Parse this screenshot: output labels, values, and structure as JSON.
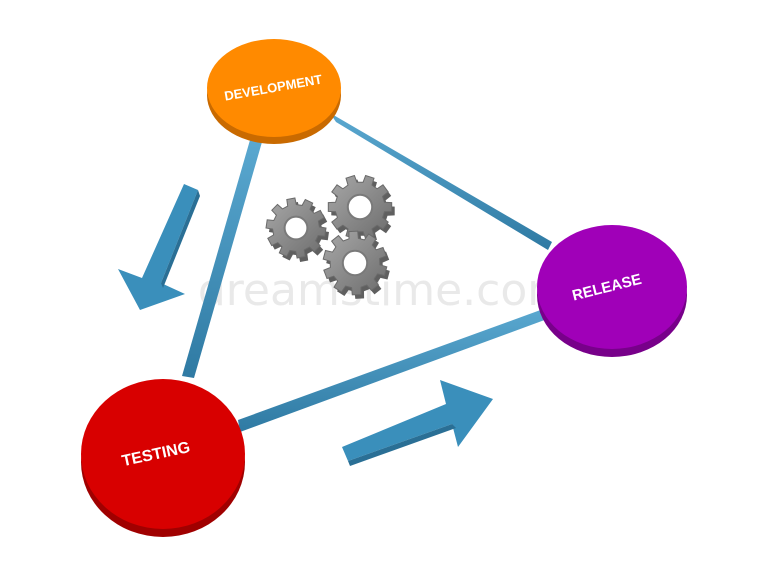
{
  "diagram": {
    "nodes": [
      {
        "id": "development",
        "label": "DEVELOPMENT",
        "color": "#ff8a00"
      },
      {
        "id": "release",
        "label": "RELEASE",
        "color": "#a000b8"
      },
      {
        "id": "testing",
        "label": "TESTING",
        "color": "#d80000"
      }
    ],
    "edges": [
      {
        "from": "development",
        "to": "release"
      },
      {
        "from": "development",
        "to": "testing"
      },
      {
        "from": "testing",
        "to": "release"
      }
    ],
    "connector_color": "#3a8fbb",
    "arrow_color": "#3a8fbb",
    "gear_color": "#8c8c8c",
    "gear_count": 3,
    "watermark": "dreamstime.com"
  }
}
